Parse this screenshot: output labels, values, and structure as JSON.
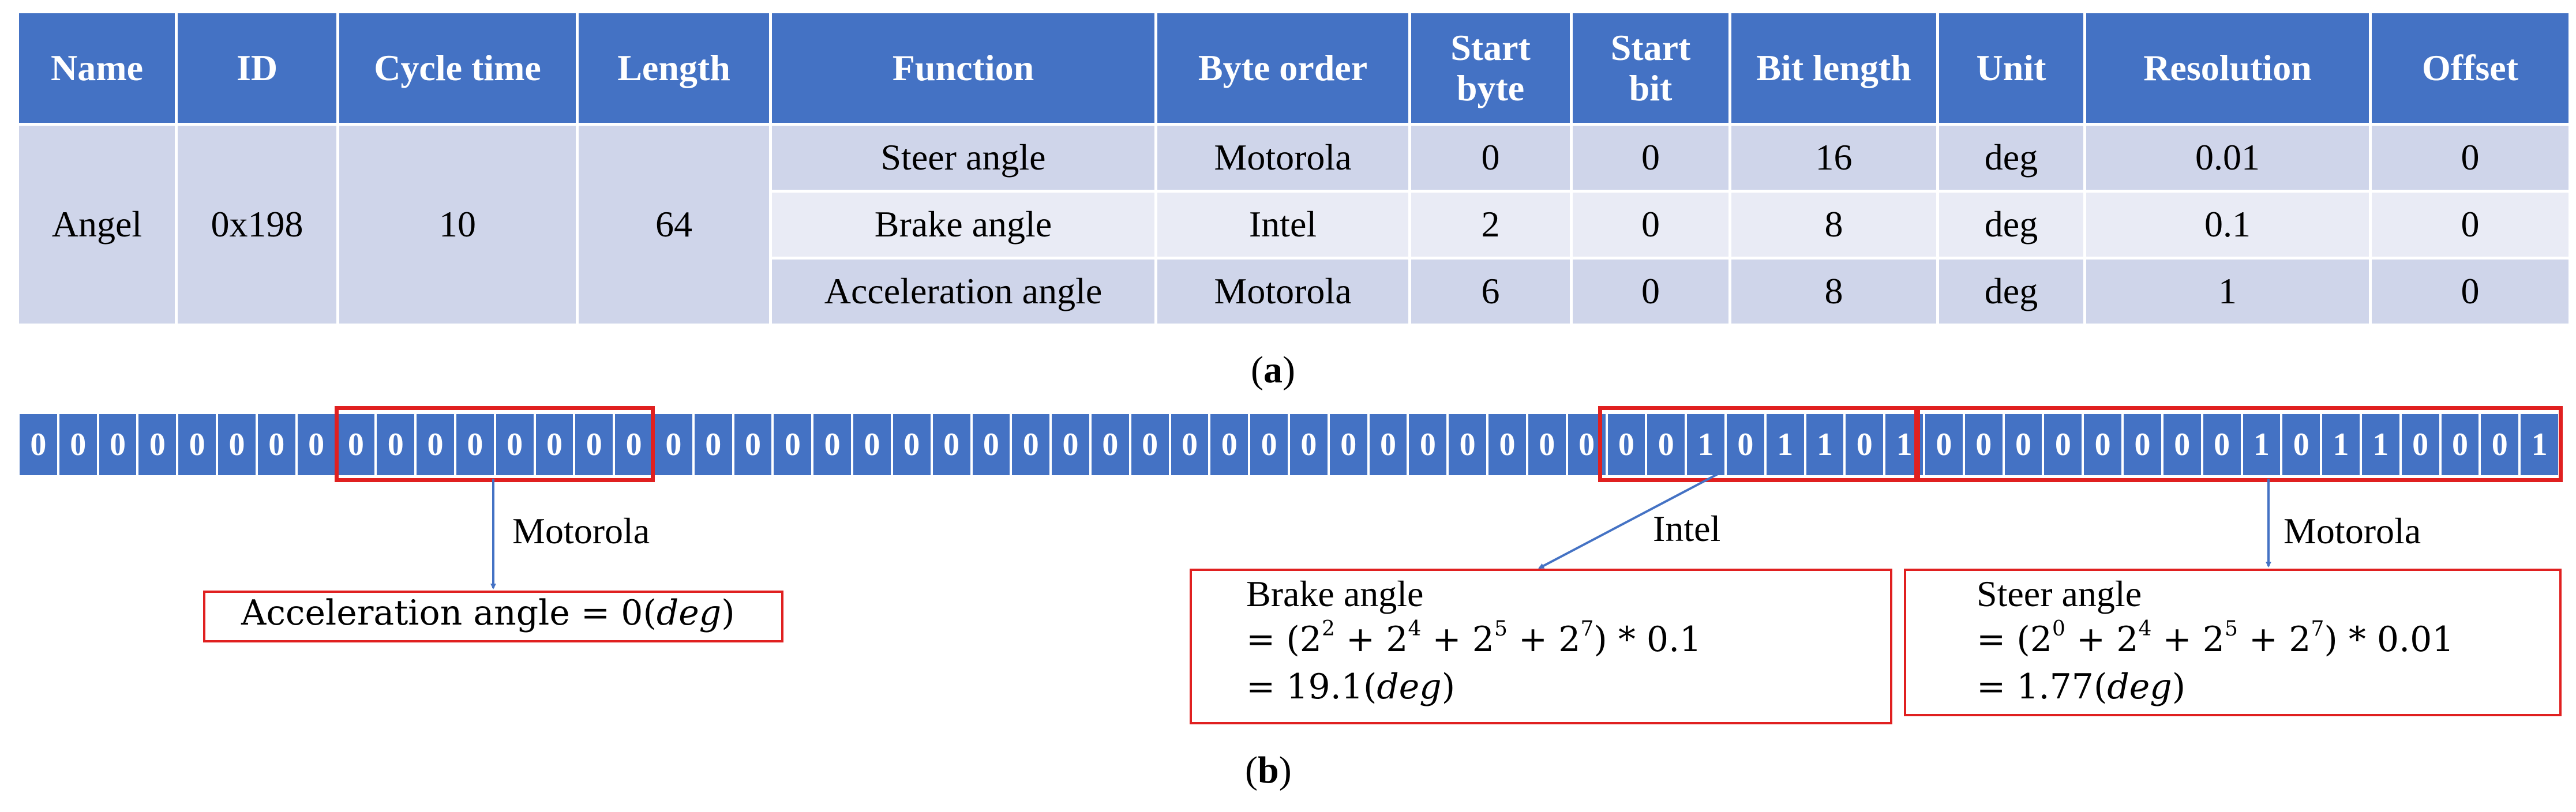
{
  "table": {
    "headers": [
      "Name",
      "ID",
      "Cycle time",
      "Length",
      "Function",
      "Byte order",
      "Start byte",
      "Start bit",
      "Bit length",
      "Unit",
      "Resolution",
      "Offset"
    ],
    "name": "Angel",
    "id": "0x198",
    "cycle_time": "10",
    "length": "64",
    "rows": [
      {
        "function": "Steer angle",
        "byte_order": "Motorola",
        "start_byte": "0",
        "start_bit": "0",
        "bit_length": "16",
        "unit": "deg",
        "resolution": "0.01",
        "offset": "0"
      },
      {
        "function": "Brake angle",
        "byte_order": "Intel",
        "start_byte": "2",
        "start_bit": "0",
        "bit_length": "8",
        "unit": "deg",
        "resolution": "0.1",
        "offset": "0"
      },
      {
        "function": "Acceleration angle",
        "byte_order": "Motorola",
        "start_byte": "6",
        "start_bit": "0",
        "bit_length": "8",
        "unit": "deg",
        "resolution": "1",
        "offset": "0"
      }
    ]
  },
  "caption_a": "a",
  "caption_b": "b",
  "bits": [
    "0",
    "0",
    "0",
    "0",
    "0",
    "0",
    "0",
    "0",
    "0",
    "0",
    "0",
    "0",
    "0",
    "0",
    "0",
    "0",
    "0",
    "0",
    "0",
    "0",
    "0",
    "0",
    "0",
    "0",
    "0",
    "0",
    "0",
    "0",
    "0",
    "0",
    "0",
    "0",
    "0",
    "0",
    "0",
    "0",
    "0",
    "0",
    "0",
    "0",
    "0",
    "0",
    "1",
    "0",
    "1",
    "1",
    "0",
    "1",
    "0",
    "0",
    "0",
    "0",
    "0",
    "0",
    "0",
    "0",
    "1",
    "0",
    "1",
    "1",
    "0",
    "0",
    "0",
    "1"
  ],
  "annotations": {
    "acceleration": {
      "byte_order": "Motorola",
      "result": "Acceleration angle = 0(deg)"
    },
    "brake": {
      "byte_order": "Intel",
      "title": "Brake angle",
      "formula": "= (2^2 + 2^4 + 2^5 + 2^7) * 0.1",
      "result": "= 19.1(deg)"
    },
    "steer": {
      "byte_order": "Motorola",
      "title": "Steer angle",
      "formula": "= (2^0 + 2^4 + 2^5 + 2^7) * 0.01",
      "result": "= 1.77(deg)"
    }
  },
  "colors": {
    "header_bg": "#4472c4",
    "row_dark": "#cfd5ea",
    "row_light": "#e9ebf5",
    "bit_bg": "#4472c4",
    "highlight": "#e02020"
  }
}
